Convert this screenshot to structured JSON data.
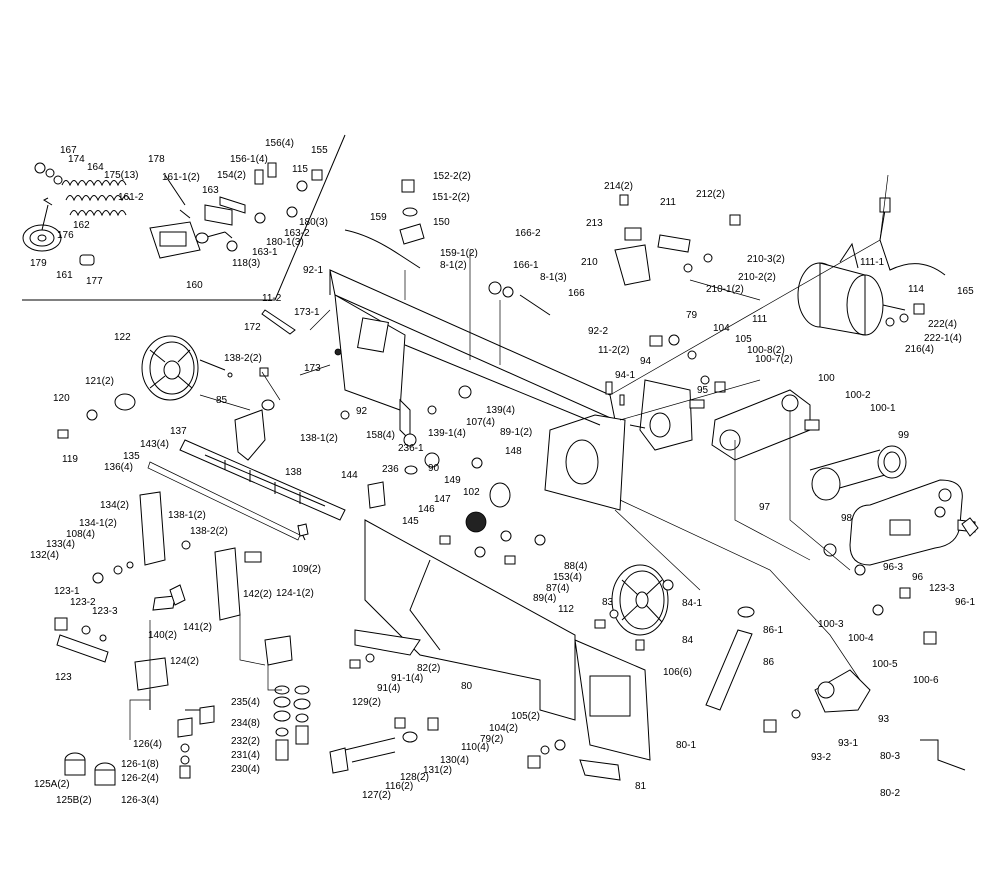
{
  "diagram": {
    "labels": [
      "167",
      "174",
      "164",
      "175(13)",
      "178",
      "161-1(2)",
      "154(2)",
      "156-1(4)",
      "156(4)",
      "155",
      "161-2",
      "163",
      "115",
      "180(3)",
      "162",
      "176",
      "163-2",
      "180-1(3)",
      "179",
      "161",
      "177",
      "118(3)",
      "163-1",
      "160",
      "152-2(2)",
      "151-2(2)",
      "150",
      "159",
      "159-1(2)",
      "8-1(2)",
      "166-2",
      "166-1",
      "8-1(3)",
      "166",
      "214(2)",
      "212(2)",
      "211",
      "213",
      "210",
      "210-3(2)",
      "210-2(2)",
      "210-1(2)",
      "165",
      "111-1",
      "114",
      "111",
      "222(4)",
      "222-1(4)",
      "216(4)",
      "92-1",
      "11-2",
      "173-1",
      "172",
      "173",
      "92",
      "158(4)",
      "138-2(2)",
      "138-1(2)",
      "122",
      "85",
      "121(2)",
      "120",
      "119",
      "143(4)",
      "137",
      "136(4)",
      "135",
      "138",
      "144",
      "236-1",
      "236",
      "90",
      "149",
      "102",
      "148",
      "139(4)",
      "107(4)",
      "139-1(4)",
      "89-1(2)",
      "147",
      "146",
      "145",
      "134(2)",
      "134-1(2)",
      "133(4)",
      "108(4)",
      "132(4)",
      "138-1(2)",
      "138-2(2)",
      "109(2)",
      "88(4)",
      "153(4)",
      "87(4)",
      "89(4)",
      "83",
      "112",
      "84-1",
      "84",
      "86-1",
      "86",
      "123-1",
      "123-2",
      "123-3",
      "123",
      "140(2)",
      "141(2)",
      "142(2)",
      "124-1(2)",
      "124(2)",
      "82(2)",
      "91-1(4)",
      "91(4)",
      "80",
      "106(6)",
      "79",
      "104",
      "105",
      "100-8(2)",
      "100-7(2)",
      "100",
      "100-2",
      "100-1",
      "99",
      "97",
      "98",
      "96-3",
      "96",
      "123-3",
      "96-1",
      "100-3",
      "100-4",
      "100-5",
      "100-6",
      "92-2",
      "11-2(2)",
      "94",
      "94-1",
      "95",
      "93",
      "93-1",
      "93-2",
      "80-1",
      "80-3",
      "80-2",
      "81",
      "235(4)",
      "234(8)",
      "232(2)",
      "231(4)",
      "230(4)",
      "126(4)",
      "126-1(8)",
      "126-2(4)",
      "126-3(4)",
      "125A(2)",
      "125B(2)",
      "129(2)",
      "110(4)",
      "130(4)",
      "131(2)",
      "128(2)",
      "116(2)",
      "127(2)",
      "105(2)",
      "104(2)",
      "79(2)"
    ]
  }
}
